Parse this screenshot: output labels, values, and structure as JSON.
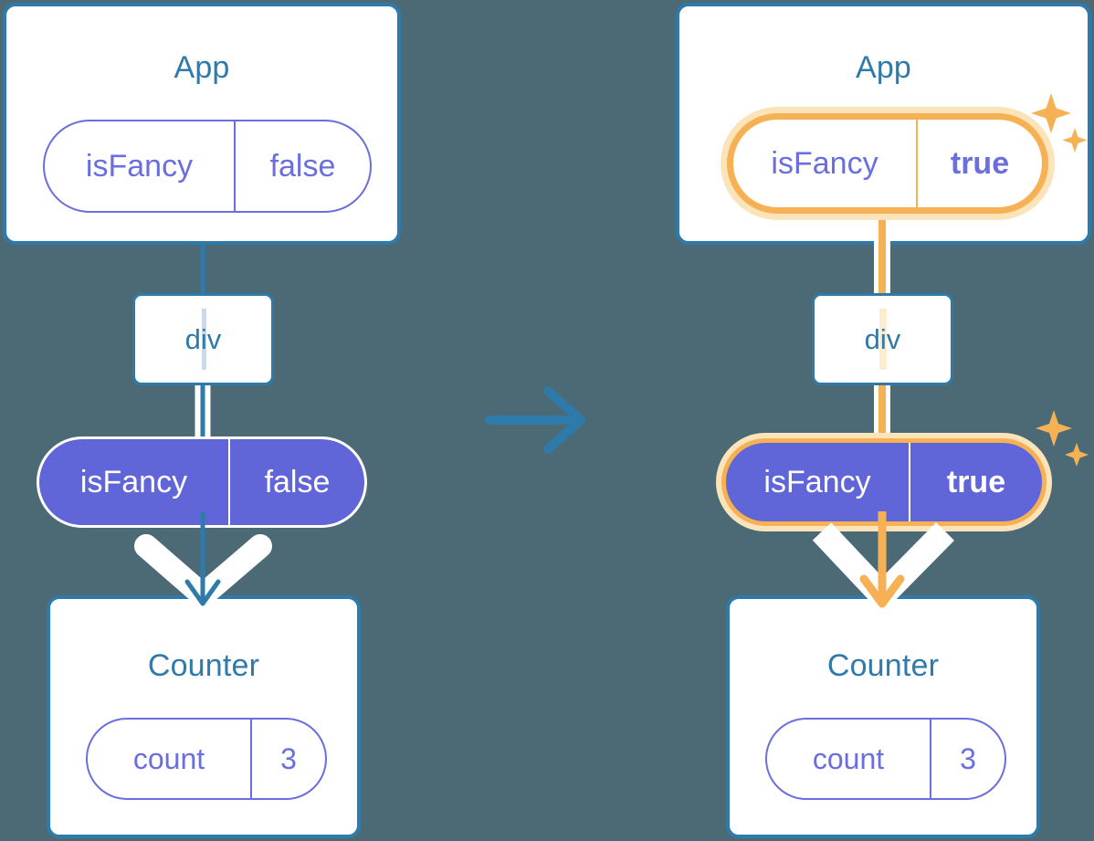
{
  "background_color": "#4c6a75",
  "colors": {
    "card_border": "#2e7aab",
    "title_text": "#2e7aab",
    "pill_purple_stroke": "#6a6ede",
    "pill_purple_fill": "#6065d8",
    "highlight_orange": "#f7b155",
    "highlight_orange_glow": "#fce4ba",
    "wire_blue": "#2e7aab",
    "wire_white": "#ffffff",
    "div_inner_line_blue": "#c9daf0",
    "div_inner_line_orange": "#fdeccd"
  },
  "transition": {
    "arrow_icon": "arrow-right-icon",
    "direction": "right"
  },
  "panels": [
    {
      "id": "before",
      "state": "initial",
      "app": {
        "title": "App",
        "state_pill": {
          "name": "isFancy",
          "value": "false",
          "style": "outline",
          "highlighted": false,
          "value_bold": false
        }
      },
      "div_node": {
        "label": "div",
        "inner_line_color": "#c9daf0"
      },
      "props_pill": {
        "name": "isFancy",
        "value": "false",
        "style": "solid",
        "highlighted": false,
        "value_bold": false
      },
      "counter": {
        "title": "Counter",
        "state_pill": {
          "name": "count",
          "value": "3",
          "style": "outline",
          "highlighted": false,
          "value_bold": false
        }
      },
      "wire_color": "#2e7aab",
      "sparkles": false
    },
    {
      "id": "after",
      "state": "updated",
      "app": {
        "title": "App",
        "state_pill": {
          "name": "isFancy",
          "value": "true",
          "style": "outline",
          "highlighted": true,
          "value_bold": true
        }
      },
      "div_node": {
        "label": "div",
        "inner_line_color": "#fdeccd"
      },
      "props_pill": {
        "name": "isFancy",
        "value": "true",
        "style": "solid",
        "highlighted": true,
        "value_bold": true
      },
      "counter": {
        "title": "Counter",
        "state_pill": {
          "name": "count",
          "value": "3",
          "style": "outline",
          "highlighted": false,
          "value_bold": false
        }
      },
      "wire_color": "#f7b155",
      "sparkles": true
    }
  ]
}
